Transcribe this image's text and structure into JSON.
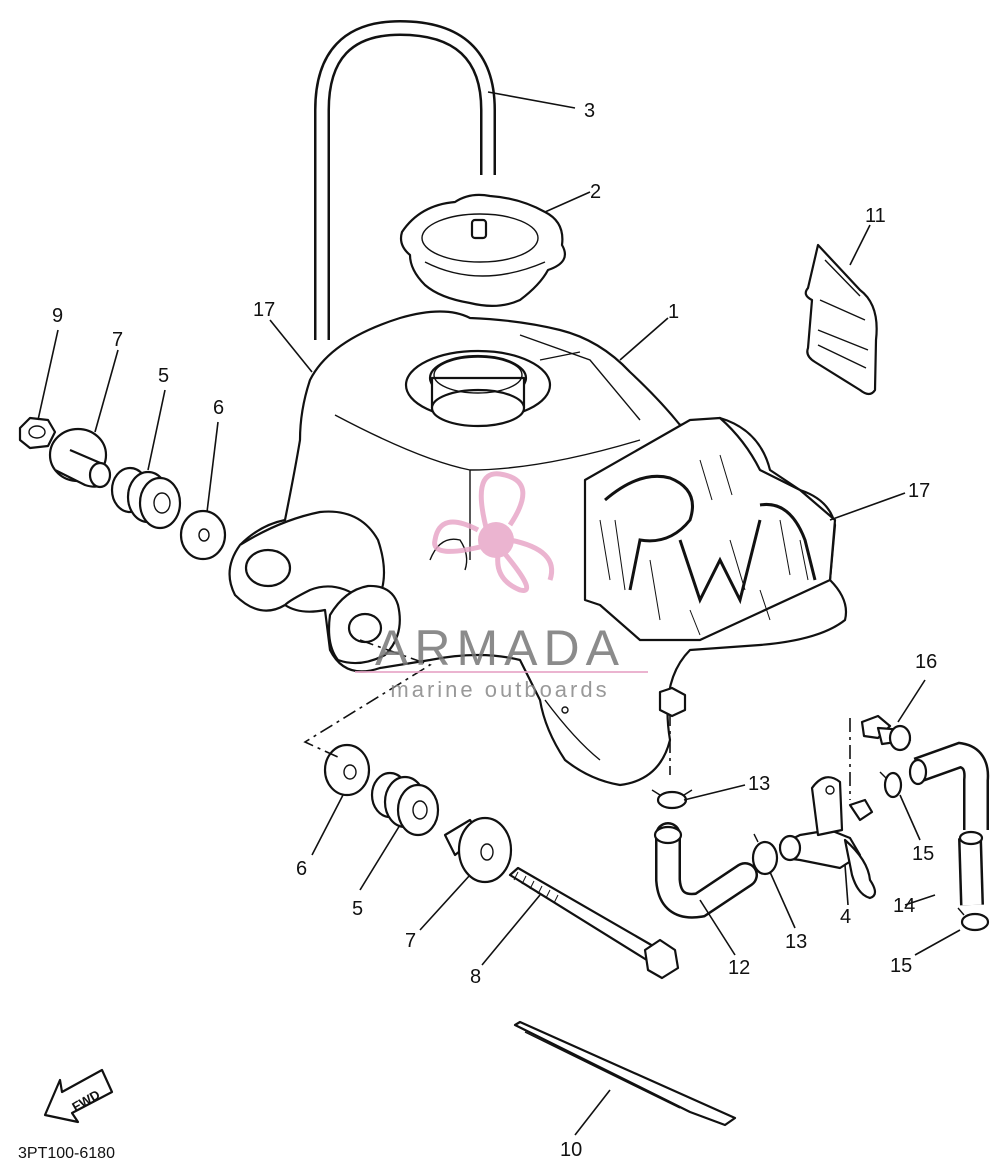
{
  "callouts": [
    {
      "id": "c1",
      "label": "1"
    },
    {
      "id": "c2",
      "label": "2"
    },
    {
      "id": "c3",
      "label": "3"
    },
    {
      "id": "c4",
      "label": "4"
    },
    {
      "id": "c5a",
      "label": "5"
    },
    {
      "id": "c5b",
      "label": "5"
    },
    {
      "id": "c6a",
      "label": "6"
    },
    {
      "id": "c6b",
      "label": "6"
    },
    {
      "id": "c7a",
      "label": "7"
    },
    {
      "id": "c7b",
      "label": "7"
    },
    {
      "id": "c8",
      "label": "8"
    },
    {
      "id": "c9",
      "label": "9"
    },
    {
      "id": "c10",
      "label": "10"
    },
    {
      "id": "c11",
      "label": "11"
    },
    {
      "id": "c12",
      "label": "12"
    },
    {
      "id": "c13a",
      "label": "13"
    },
    {
      "id": "c13b",
      "label": "13"
    },
    {
      "id": "c14",
      "label": "14"
    },
    {
      "id": "c15a",
      "label": "15"
    },
    {
      "id": "c15b",
      "label": "15"
    },
    {
      "id": "c16",
      "label": "16"
    },
    {
      "id": "c17a",
      "label": "17"
    },
    {
      "id": "c17b",
      "label": "17"
    }
  ],
  "diagram_code": "3PT100-6180",
  "fwd_label": "FWD",
  "watermark": {
    "brand": "ARMADA",
    "tagline": "marine outboards",
    "color": "#e8a7c8"
  }
}
